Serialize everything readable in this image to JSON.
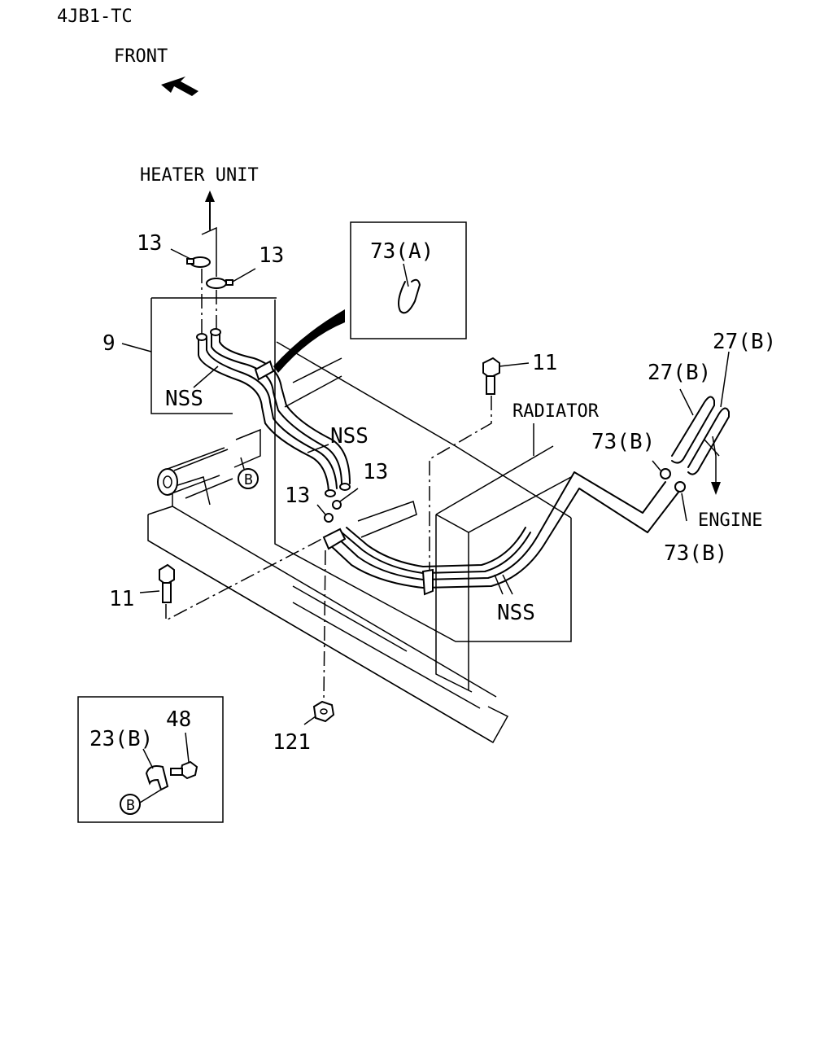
{
  "header": {
    "model": "4JB1-TC",
    "front": "FRONT"
  },
  "labels": {
    "heater_unit": "HEATER UNIT",
    "radiator": "RADIATOR",
    "engine": "ENGINE",
    "nss_1": "NSS",
    "nss_2": "NSS",
    "nss_3": "NSS"
  },
  "callouts": {
    "p13_a": "13",
    "p13_b": "13",
    "p13_c": "13",
    "p13_d": "13",
    "p9": "9",
    "p73a": "73(A)",
    "p11_a": "11",
    "p11_b": "11",
    "p27b_a": "27(B)",
    "p27b_b": "27(B)",
    "p73b_a": "73(B)",
    "p73b_b": "73(B)",
    "p121": "121",
    "p23b": "23(B)",
    "p48": "48",
    "b_main": "B",
    "b_inset": "B"
  }
}
